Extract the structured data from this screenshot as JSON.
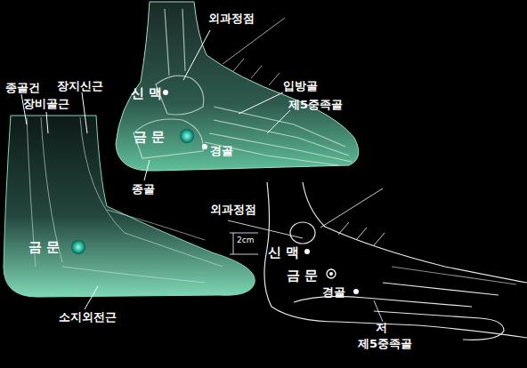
{
  "diagram": {
    "labels": [
      "외과정점",
      "입방골",
      "제5중족골",
      "신 맥",
      "금 문",
      "경골",
      "종골",
      "종골건",
      "장지신근",
      "장비골근",
      "금 문",
      "소지외전근",
      "외과정점",
      "2cm",
      "신 맥",
      "금 문",
      "경골",
      "저",
      "제5중족골"
    ]
  }
}
